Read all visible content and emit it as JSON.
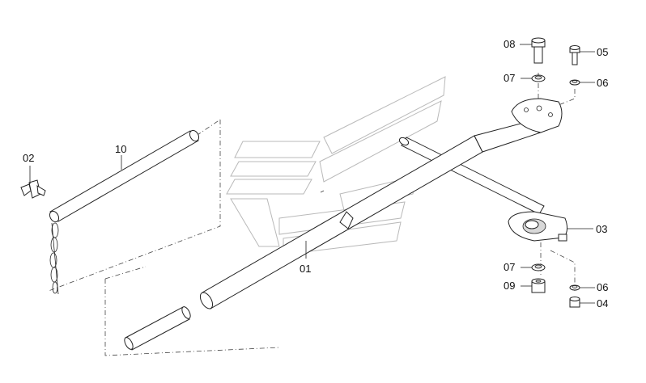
{
  "diagram": {
    "labels": {
      "p01": "01",
      "p02": "02",
      "p03": "03",
      "p04": "04",
      "p05": "05",
      "p06a": "06",
      "p06b": "06",
      "p07a": "07",
      "p07b": "07",
      "p08": "08",
      "p09": "09",
      "p10": "10"
    }
  }
}
